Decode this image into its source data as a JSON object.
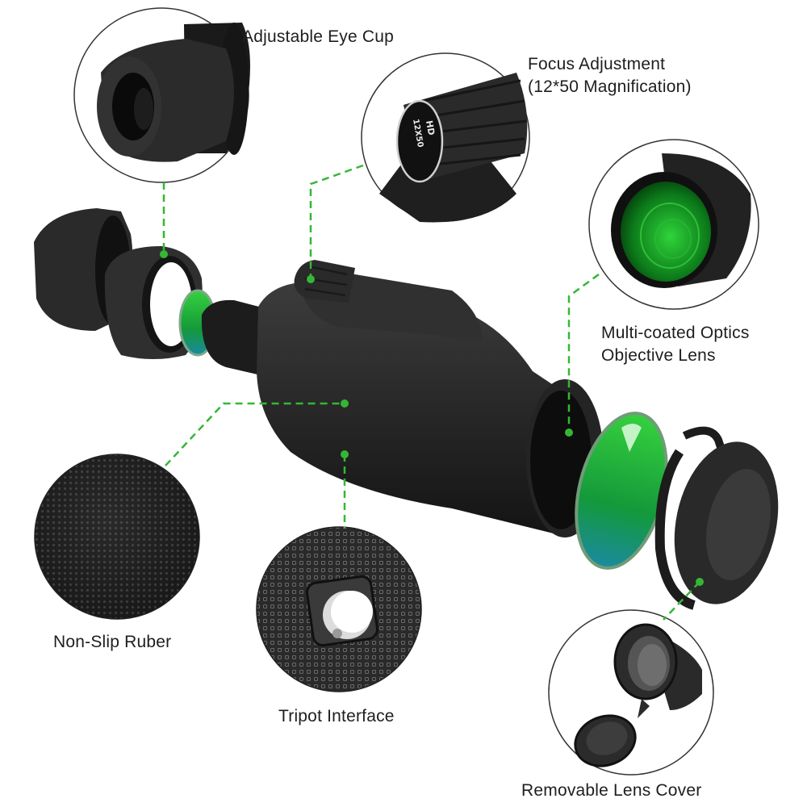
{
  "infographic": {
    "subject": "Monocular telescope exploded view",
    "accent_color": "#35b735",
    "lens_coating_color": "#1fae3b",
    "body_color": "#262626",
    "callouts": [
      {
        "id": "eye-cup",
        "lines": [
          "Adjustable Eye Cup"
        ]
      },
      {
        "id": "focus",
        "lines": [
          "Focus Adjustment",
          "(12*50 Magnification)"
        ]
      },
      {
        "id": "objective",
        "lines": [
          "Multi-coated Optics",
          "Objective Lens"
        ]
      },
      {
        "id": "rubber",
        "lines": [
          "Non-Slip Ruber"
        ]
      },
      {
        "id": "tripod",
        "lines": [
          "Tripot Interface"
        ]
      },
      {
        "id": "cover",
        "lines": [
          "Removable Lens Cover"
        ]
      }
    ],
    "focus_knob_engraving": {
      "line1": "HD",
      "line2": "12X50"
    }
  }
}
